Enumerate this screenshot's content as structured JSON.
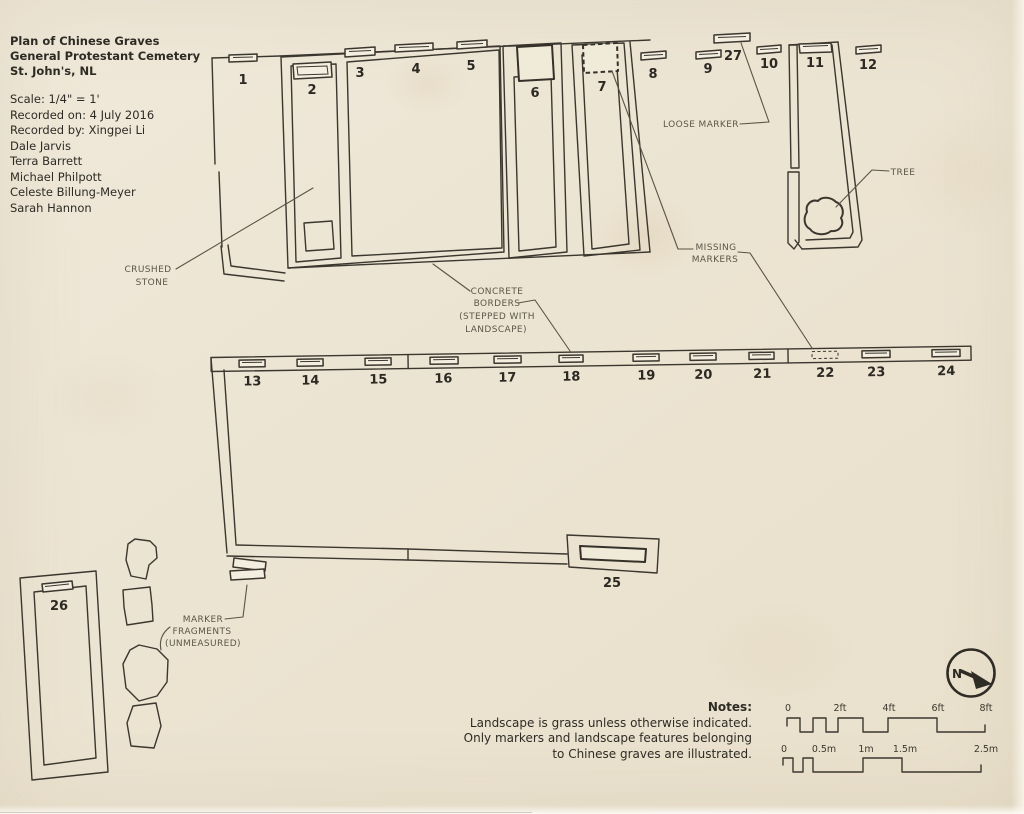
{
  "title_block": {
    "title_lines": [
      "Plan of Chinese Graves",
      "General Protestant Cemetery",
      "St. John's, NL"
    ],
    "meta_lines": [
      "Scale: 1/4\" = 1'",
      "Recorded on: 4 July 2016",
      "Recorded by: Xingpei Li",
      "Dale Jarvis",
      "Terra Barrett",
      "Michael Philpott",
      "Celeste Billung-Meyer",
      "Sarah Hannon"
    ]
  },
  "graves": {
    "n1": "1",
    "n2": "2",
    "n3": "3",
    "n4": "4",
    "n5": "5",
    "n6": "6",
    "n7": "7",
    "n8": "8",
    "n9": "9",
    "n10": "10",
    "n11": "11",
    "n12": "12",
    "n13": "13",
    "n14": "14",
    "n15": "15",
    "n16": "16",
    "n17": "17",
    "n18": "18",
    "n19": "19",
    "n20": "20",
    "n21": "21",
    "n22": "22",
    "n23": "23",
    "n24": "24",
    "n25": "25",
    "n26": "26",
    "n27": "27"
  },
  "annotations": {
    "loose_marker": "LOOSE MARKER",
    "tree": "TREE",
    "missing_markers_lines": [
      "MISSING",
      "MARKERS"
    ],
    "crushed_stone_lines": [
      "CRUSHED",
      "STONE"
    ],
    "concrete_borders_lines": [
      "CONCRETE",
      "BORDERS",
      "(STEPPED WITH",
      "LANDSCAPE)"
    ],
    "marker_fragments_lines": [
      "MARKER",
      "FRAGMENTS",
      "(UNMEASURED)"
    ]
  },
  "notes": {
    "heading": "Notes:",
    "lines": [
      "Landscape is grass unless otherwise indicated.",
      "Only markers and landscape features belonging",
      "to Chinese graves are illustrated."
    ]
  },
  "scale_bars": {
    "feet_labels": [
      "0",
      "2ft",
      "4ft",
      "6ft",
      "8ft"
    ],
    "meter_labels": [
      "0",
      "0.5m",
      "1m",
      "1.5m",
      "2.5m"
    ]
  },
  "compass": {
    "north": "N"
  },
  "colors": {
    "paper": "#ece4d3",
    "ink": "#3b372f",
    "label_ink": "#5c564a"
  }
}
